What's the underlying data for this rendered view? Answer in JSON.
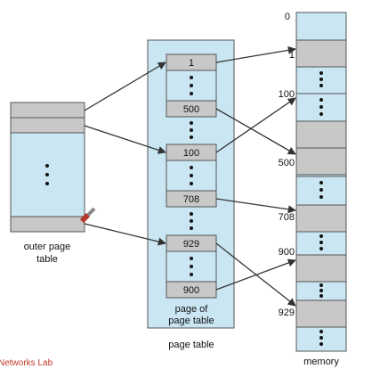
{
  "labels": {
    "outer_page_table": [
      "outer page",
      "table"
    ],
    "page_table": "page table",
    "page_of_page_table": [
      "page of",
      "page table"
    ],
    "memory": "memory",
    "watermark": "Networks Lab"
  },
  "page_table_entries": [
    "1",
    "500",
    "100",
    "708",
    "929",
    "900"
  ],
  "memory_addresses": [
    "0",
    "1",
    "100",
    "500",
    "708",
    "900",
    "929"
  ],
  "colors": {
    "light_blue": "#c9e6f2",
    "gray": "#c8c8c8",
    "line": "#333333",
    "watermark": "#c0392b"
  },
  "icons": {
    "pointer": "screwdriver-cursor-icon"
  }
}
